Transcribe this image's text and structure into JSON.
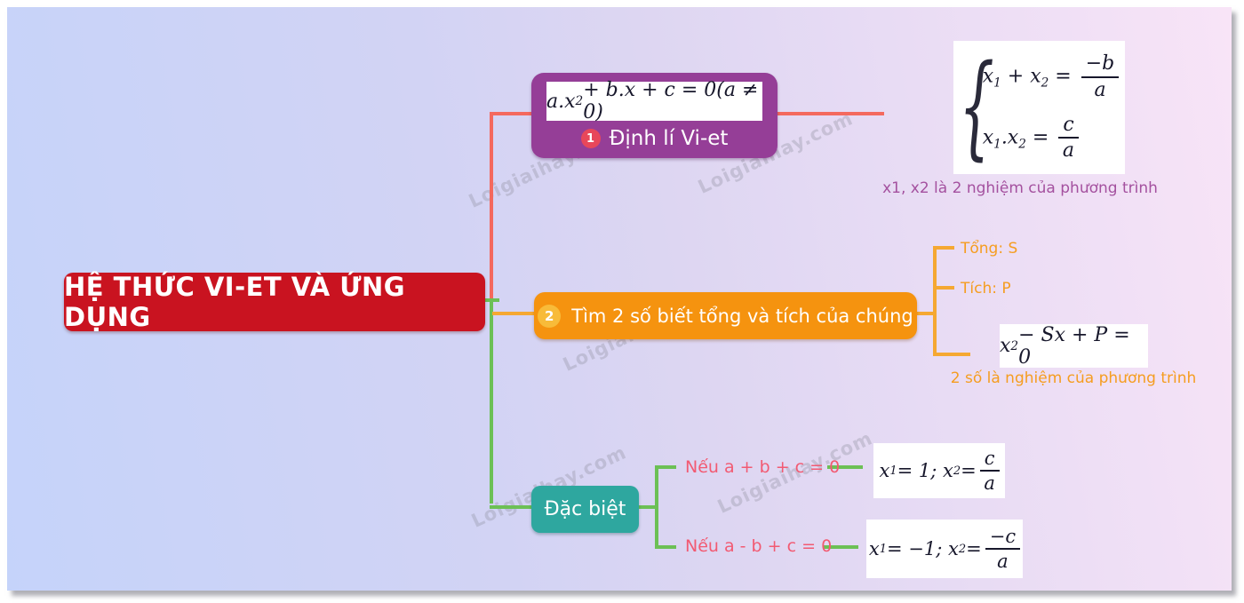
{
  "watermark": "Loigiaihay.com",
  "root": {
    "title": "HỆ THỨC VI-ET VÀ ỨNG DỤNG"
  },
  "node1": {
    "badge": "1",
    "label": "Định lí Vi-et",
    "formula": {
      "t1": "a.x",
      "sup": "2",
      "t2": " + b.x + c = 0(a ≠ 0)"
    }
  },
  "viet": {
    "line1": {
      "t1": "x",
      "sub1": "1",
      "t2": " + x",
      "sub2": "2",
      "t3": " = ",
      "num": "−b",
      "den": "a"
    },
    "line2": {
      "t1": "x",
      "sub1": "1",
      "t2": ".x",
      "sub2": "2",
      "t3": " = ",
      "num": "c",
      "den": "a"
    },
    "note": "x1, x2 là 2 nghiệm của phương trình"
  },
  "node2": {
    "badge": "2",
    "label": "Tìm 2 số biết tổng và tích của chúng",
    "sum_label": "Tổng: S",
    "product_label": "Tích: P",
    "formula": {
      "t1": "x",
      "sup": "2",
      "t2": " − Sx + P = 0"
    },
    "note": "2 số là nghiệm của phương trình"
  },
  "node3": {
    "label": "Đặc biệt",
    "case1": {
      "condition": "Nếu a + b + c = 0",
      "formula": {
        "t1": "x",
        "sub1": "1",
        "t2": " = 1; x",
        "sub2": "2",
        "t3": " = ",
        "num": "c",
        "den": "a"
      }
    },
    "case2": {
      "condition": "Nếu a - b + c = 0",
      "formula": {
        "t1": "x",
        "sub1": "1",
        "t2": " = −1; x",
        "sub2": "2",
        "t3": " = ",
        "num": "−c",
        "den": "a"
      }
    }
  },
  "colors": {
    "root_red": "#c91320",
    "purple": "#953e97",
    "orange": "#f5930f",
    "teal": "#2ea79f",
    "salmon_line": "#f4695e",
    "green_line": "#6cc055",
    "orange_line": "#f5a832",
    "pink_text": "#f25a72",
    "purple_text": "#a4519f",
    "orange_text": "#f59d20"
  }
}
